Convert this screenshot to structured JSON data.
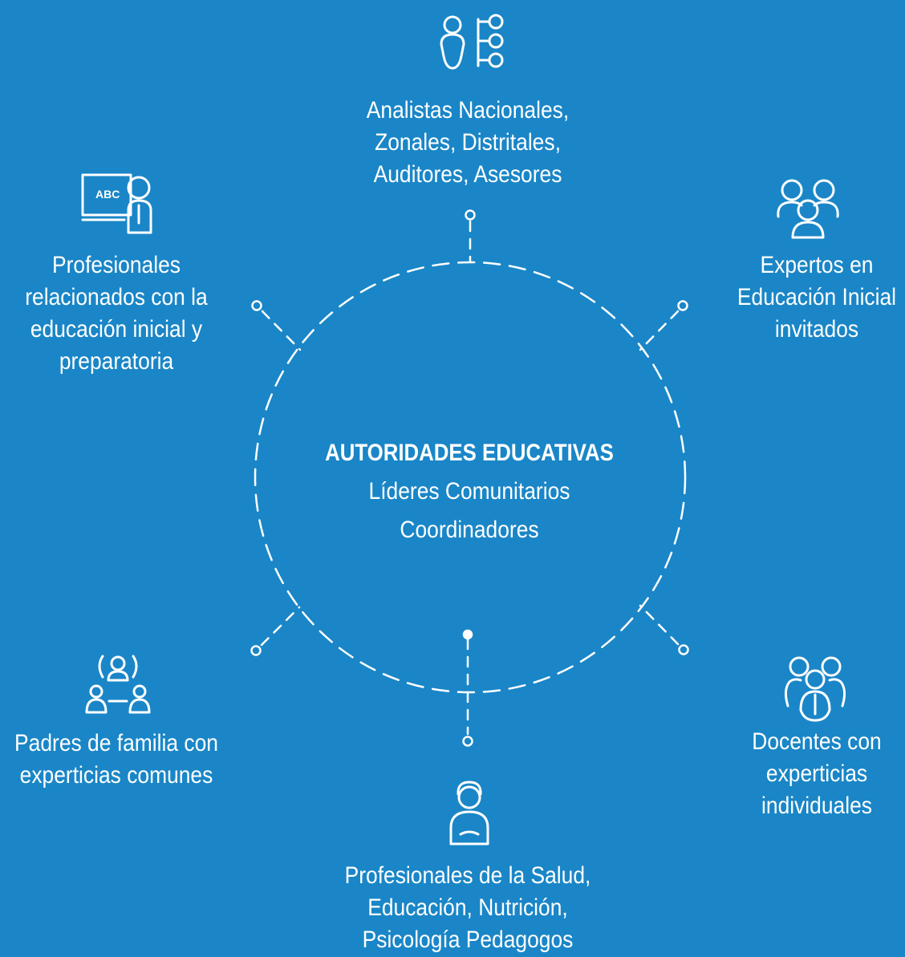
{
  "background_color": "#1a86c7",
  "center": {
    "title": "AUTORIDADES EDUCATIVAS",
    "line1": "Líderes Comunitarios",
    "line2": "Coordinadores"
  },
  "nodes": {
    "top": {
      "label": "Analistas Nacionales,\nZonales, Distritales,\nAuditores, Asesores",
      "icon": "hierarchy-people-icon"
    },
    "top_right": {
      "label": "Expertos en\nEducación Inicial\ninvitados",
      "icon": "group-of-people-icon"
    },
    "top_left": {
      "label": "Profesionales\nrelacionados con la\neducación inicial y\npreparatoria",
      "icon": "teacher-board-icon",
      "board_text": "ABC"
    },
    "bottom_left": {
      "label": "Padres de familia con\nexperticias comunes",
      "icon": "parents-network-icon"
    },
    "bottom_right": {
      "label": "Docentes con\nexperticias\nindividuales",
      "icon": "teachers-group-icon"
    },
    "bottom": {
      "label": "Profesionales de la Salud,\nEducación, Nutrición,\nPsicología Pedagogos",
      "icon": "health-professional-icon"
    }
  }
}
